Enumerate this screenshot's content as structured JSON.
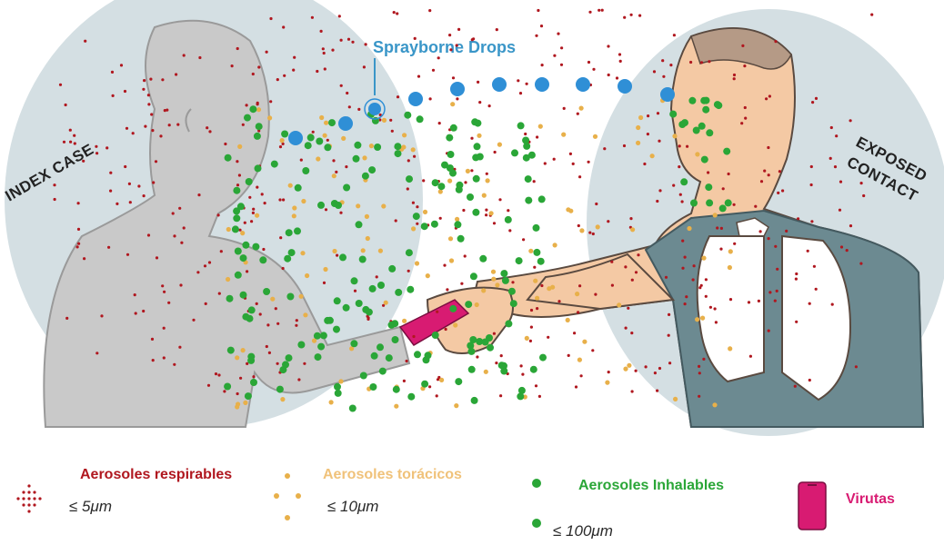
{
  "diagram": {
    "labels": {
      "spray": "Sprayborne Drops",
      "index_case": "INDEX CASE",
      "exposed_line1": "EXPOSED",
      "exposed_line2": "CONTACT"
    }
  },
  "legend": {
    "respirable": {
      "title": "Aerosoles respirables",
      "size": "≤ 5μm"
    },
    "thoracic": {
      "title": "Aerosoles torácicos",
      "size": "≤ 10μm"
    },
    "inhalable": {
      "title": "Aerosoles Inhalables",
      "size": "≤ 100μm"
    },
    "chips": {
      "title": "Virutas"
    }
  },
  "colors": {
    "respirable": "#b0171f",
    "thoracic": "#e8b04a",
    "inhalable": "#2aa637",
    "chips": "#d81b72",
    "spray": "#2f8fd6",
    "spray_label": "#3a96c8",
    "bg_circle": "#cfdce0",
    "index_body": "#c9c9c9",
    "contact_shirt": "#6c8a91",
    "skin": "#f4c9a4"
  },
  "icons": {
    "respirable": "dot-cluster-icon",
    "thoracic": "dot-cluster-icon",
    "inhalable": "dot-icon",
    "chips": "phone-icon"
  }
}
